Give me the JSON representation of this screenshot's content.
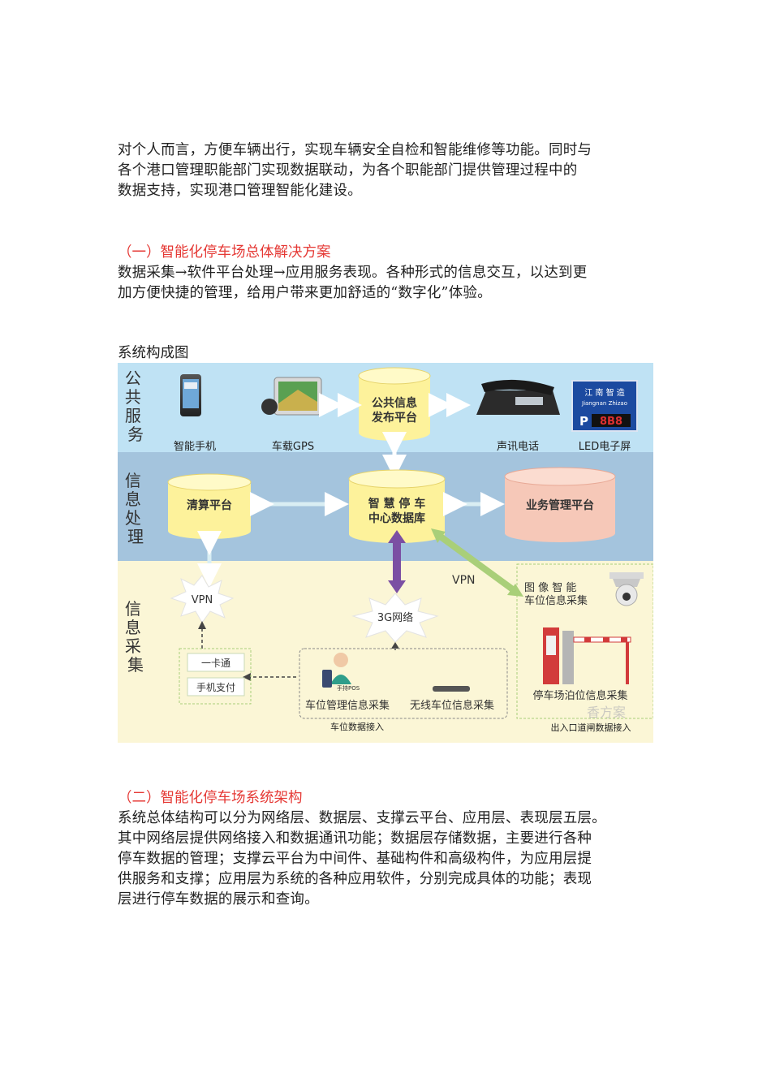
{
  "intro": {
    "lines": [
      "对个人而言，方便车辆出行，实现车辆安全自检和智能维修等功能。同时与",
      "各个港口管理职能部门实现数据联动，为各个职能部门提供管理过程中的",
      "数据支持，实现港口管理智能化建设。"
    ]
  },
  "section1": {
    "heading": "（一）智能化停车场总体解决方案",
    "lines": [
      "数据采集→软件平台处理→应用服务表现。各种形式的信息交互，以达到更",
      "加方便快捷的管理，给用户带来更加舒适的“数字化”体验。"
    ]
  },
  "figure": {
    "caption": "系统构成图",
    "bands": {
      "public": "公共服务",
      "process": "信息处理",
      "collect": "信息采集"
    },
    "devices": {
      "phone": "智能手机",
      "gps": "车载GPS",
      "publish_line1": "公共信息",
      "publish_line2": "发布平台",
      "telephone": "声讯电话",
      "led": "LED电子屏",
      "led_sign_top": "江 南 智 造",
      "led_sign_sub": "Jiangnan Zhizao",
      "led_p": "P",
      "led_digits": "8B8"
    },
    "processing": {
      "clearing": "清算平台",
      "db_line1": "智 慧 停 车",
      "db_line2": "中心数据库",
      "business": "业务管理平台"
    },
    "collection": {
      "vpn_arrow": "VPN",
      "vpn_burst": "VPN",
      "net3g": "3G网络",
      "card": "一卡通",
      "mobile_pay": "手机支付",
      "pos_label": "手持POS",
      "camera_line1": "图 像 智 能",
      "camera_line2": "车位信息采集",
      "spot_mgmt": "车位管理信息采集",
      "wireless": "无线车位信息采集",
      "parking_spot": "停车场泊位信息采集",
      "spot_access": "车位数据接入",
      "gate_access": "出入口道闸数据接入",
      "watermark": "香方案"
    }
  },
  "section2": {
    "heading": "（二）智能化停车场系统架构",
    "lines": [
      "系统总体结构可以分为网络层、数据层、支撑云平台、应用层、表现层五层。",
      "其中网络层提供网络接入和数据通讯功能；数据层存储数据，主要进行各种",
      "停车数据的管理；支撑云平台为中间件、基础构件和高级构件，为应用层提",
      "供服务和支撑；应用层为系统的各种应用软件，分别完成具体的功能；表现",
      "层进行停车数据的展示和查询。"
    ]
  },
  "colors": {
    "heading": "#e53935",
    "band_public": "#bfe2f4",
    "band_process": "#a4c4dd",
    "band_collect": "#fbf6d6",
    "cylinder_yellow": "#fdf29b",
    "cylinder_pink": "#f6c8b8",
    "arrow_purple": "#7b4fa3",
    "arrow_green": "#a9cf79"
  }
}
